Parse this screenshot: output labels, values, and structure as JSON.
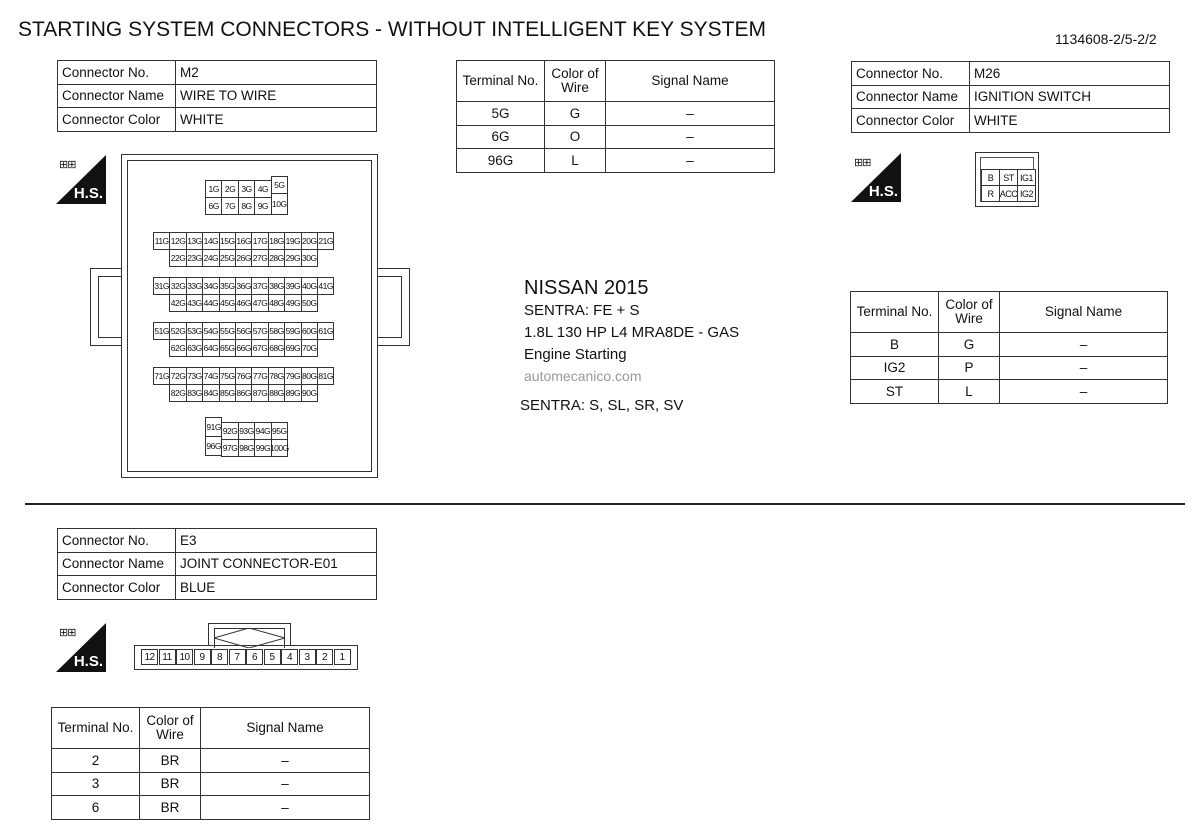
{
  "title": "STARTING SYSTEM CONNECTORS - WITHOUT INTELLIGENT KEY SYSTEM",
  "code": "1134608-2/5-2/2",
  "labels": {
    "connector_no": "Connector No.",
    "connector_name": "Connector Name",
    "connector_color": "Connector Color",
    "terminal_no": "Terminal No.",
    "color_of": "Color of",
    "wire": "Wire",
    "signal_name": "Signal Name",
    "hs": "H.S."
  },
  "m2": {
    "no": "M2",
    "name": "WIRE TO WIRE",
    "color": "WHITE",
    "terminals": [
      {
        "t": "5G",
        "c": "G",
        "s": "–"
      },
      {
        "t": "6G",
        "c": "O",
        "s": "–"
      },
      {
        "t": "96G",
        "c": "L",
        "s": "–"
      }
    ],
    "pins_top": [
      [
        "1G",
        "2G",
        "3G",
        "4G"
      ],
      [
        "6G",
        "7G",
        "8G",
        "9G"
      ]
    ],
    "pins_top_tall": [
      "5G",
      "10G"
    ],
    "pin_rows": [
      [
        [
          "11G",
          "12G",
          "13G",
          "14G",
          "15G",
          "16G",
          "17G",
          "18G",
          "19G",
          "20G",
          "21G"
        ],
        [
          "22G",
          "23G",
          "24G",
          "25G",
          "26G",
          "27G",
          "28G",
          "29G",
          "30G"
        ]
      ],
      [
        [
          "31G",
          "32G",
          "33G",
          "34G",
          "35G",
          "36G",
          "37G",
          "38G",
          "39G",
          "40G",
          "41G"
        ],
        [
          "42G",
          "43G",
          "44G",
          "45G",
          "46G",
          "47G",
          "48G",
          "49G",
          "50G"
        ]
      ],
      [
        [
          "51G",
          "52G",
          "53G",
          "54G",
          "55G",
          "56G",
          "57G",
          "58G",
          "59G",
          "60G",
          "61G"
        ],
        [
          "62G",
          "63G",
          "64G",
          "65G",
          "66G",
          "67G",
          "68G",
          "69G",
          "70G"
        ]
      ],
      [
        [
          "71G",
          "72G",
          "73G",
          "74G",
          "75G",
          "76G",
          "77G",
          "78G",
          "79G",
          "80G",
          "81G"
        ],
        [
          "82G",
          "83G",
          "84G",
          "85G",
          "86G",
          "87G",
          "88G",
          "89G",
          "90G"
        ]
      ]
    ],
    "pins_bottom_tall": [
      "91G",
      "96G"
    ],
    "pins_bottom": [
      [
        "92G",
        "93G",
        "94G",
        "95G"
      ],
      [
        "97G",
        "98G",
        "99G",
        "100G"
      ]
    ]
  },
  "m26": {
    "no": "M26",
    "name": "IGNITION SWITCH",
    "color": "WHITE",
    "pins": [
      [
        "B",
        "ST",
        "IG1"
      ],
      [
        "R",
        "ACC",
        "IG2"
      ]
    ],
    "terminals": [
      {
        "t": "B",
        "c": "G",
        "s": "–"
      },
      {
        "t": "IG2",
        "c": "P",
        "s": "–"
      },
      {
        "t": "ST",
        "c": "L",
        "s": "–"
      }
    ]
  },
  "e3": {
    "no": "E3",
    "name": "JOINT CONNECTOR-E01",
    "color": "BLUE",
    "pins": [
      "12",
      "11",
      "10",
      "9",
      "8",
      "7",
      "6",
      "5",
      "4",
      "3",
      "2",
      "1"
    ],
    "terminals": [
      {
        "t": "2",
        "c": "BR",
        "s": "–"
      },
      {
        "t": "3",
        "c": "BR",
        "s": "–"
      },
      {
        "t": "6",
        "c": "BR",
        "s": "–"
      }
    ]
  },
  "vehicle": {
    "make": "NISSAN 2015",
    "model": "SENTRA: FE + S",
    "engine": "1.8L 130 HP L4  MRA8DE - GAS",
    "system": "Engine Starting",
    "site": "automecanico.com",
    "trims": "SENTRA: S, SL, SR, SV"
  }
}
